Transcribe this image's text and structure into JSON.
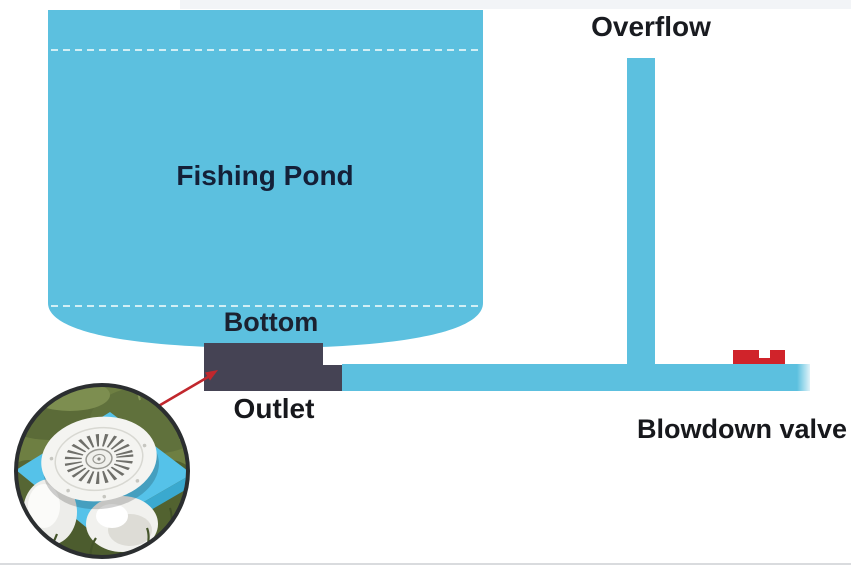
{
  "diagram": {
    "pond_label": "Fishing Pond",
    "overflow_label": "Overflow",
    "bottom_label": "Bottom",
    "outlet_label": "Outlet",
    "blowdown_valve_label": "Blowdown valve",
    "colors": {
      "water": "#5cc0df",
      "outlet_block": "#454354",
      "valve_red": "#d0232a",
      "arrow_red": "#c1272d",
      "pond_text": "#142038",
      "label_text": "#17181c",
      "inset_plate_blue": "#55c2e9",
      "inset_grass_green": "#6e7f42"
    },
    "inset": {
      "icon": "bottom-drain-photo",
      "depicts": [
        "grass",
        "blue-base-plate",
        "white-drain-cover",
        "pvc-pipe-elbow"
      ]
    }
  }
}
